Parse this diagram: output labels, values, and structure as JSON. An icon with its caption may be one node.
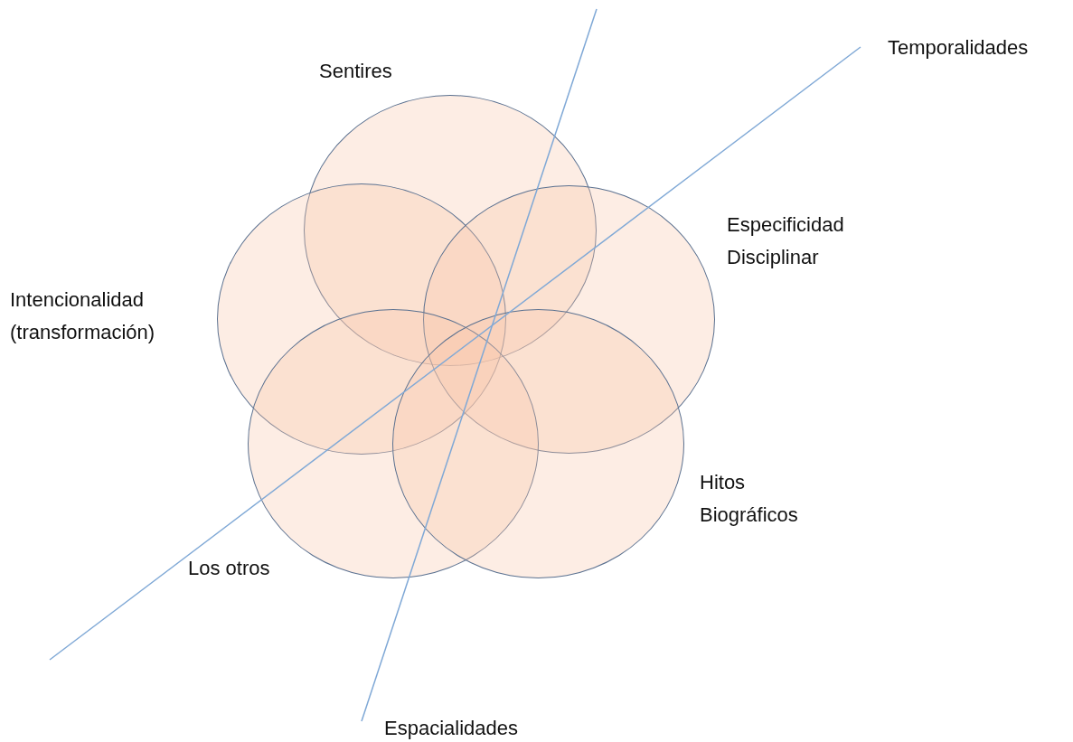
{
  "diagram": {
    "nodes": [
      {
        "text": [
          "Sentires"
        ]
      },
      {
        "text": [
          "Intencionalidad (transformación)"
        ]
      },
      {
        "text": [
          "Especificidad Disciplinar"
        ]
      },
      {
        "text": [
          "Los otros"
        ]
      },
      {
        "text": [
          "Hitos Biográficos"
        ]
      }
    ],
    "labels": [
      "Temporalidades",
      "Espacialidades"
    ]
  }
}
